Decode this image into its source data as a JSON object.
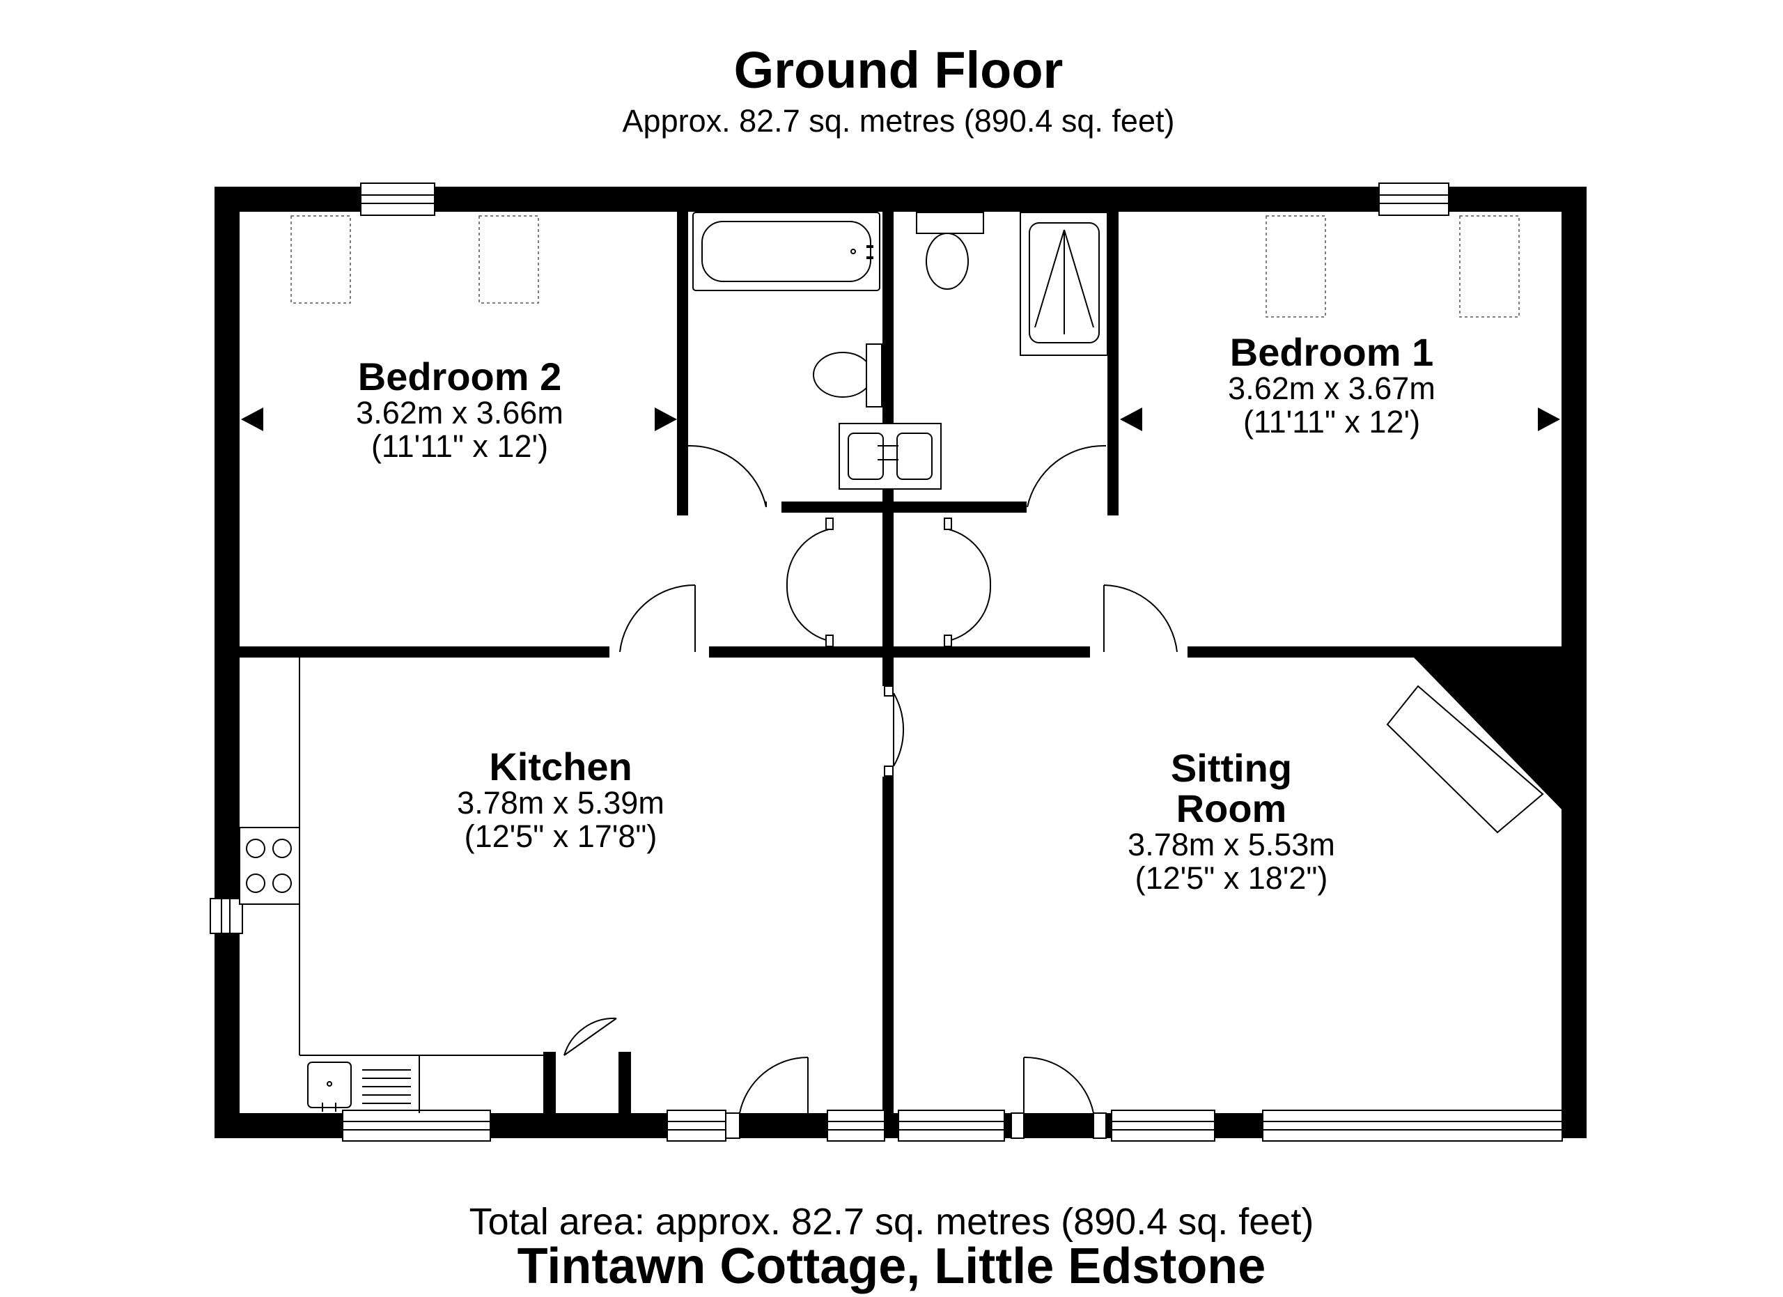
{
  "header": {
    "title": "Ground Floor",
    "subtitle": "Approx. 82.7 sq. metres (890.4 sq. feet)"
  },
  "rooms": {
    "bedroom2": {
      "name": "Bedroom 2",
      "metric": "3.62m x 3.66m",
      "imperial": "(11'11\" x 12')"
    },
    "bedroom1": {
      "name": "Bedroom 1",
      "metric": "3.62m x 3.67m",
      "imperial": "(11'11\" x 12')"
    },
    "kitchen": {
      "name": "Kitchen",
      "metric": "3.78m x 5.39m",
      "imperial": "(12'5\" x 17'8\")"
    },
    "sitting": {
      "name_line1": "Sitting",
      "name_line2": "Room",
      "metric": "3.78m x 5.53m",
      "imperial": "(12'5\" x 18'2\")"
    }
  },
  "footer": {
    "total": "Total area: approx. 82.7 sq. metres (890.4 sq. feet)",
    "property": "Tintawn Cottage, Little Edstone"
  },
  "colors": {
    "wall": "#000000",
    "background": "#ffffff"
  }
}
